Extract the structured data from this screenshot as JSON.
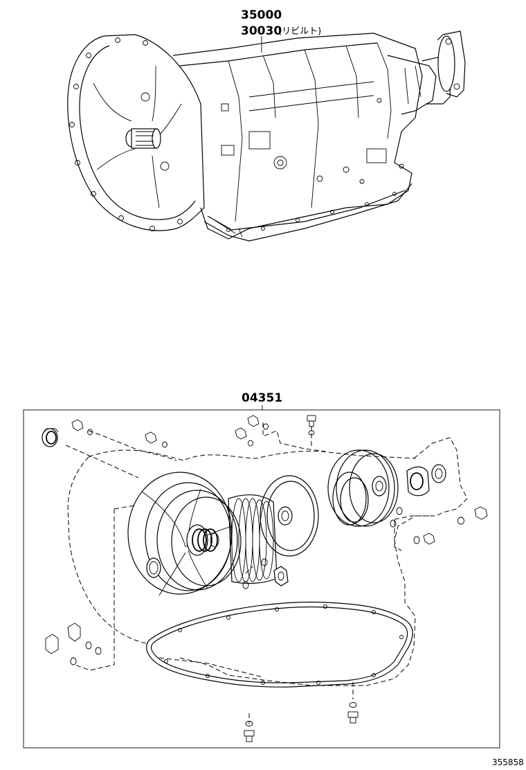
{
  "labels": {
    "top_part_a": "35000",
    "top_part_b": "30030",
    "top_part_b_note": "(リビルト)",
    "kit_part": "04351",
    "figure_id": "355858"
  }
}
